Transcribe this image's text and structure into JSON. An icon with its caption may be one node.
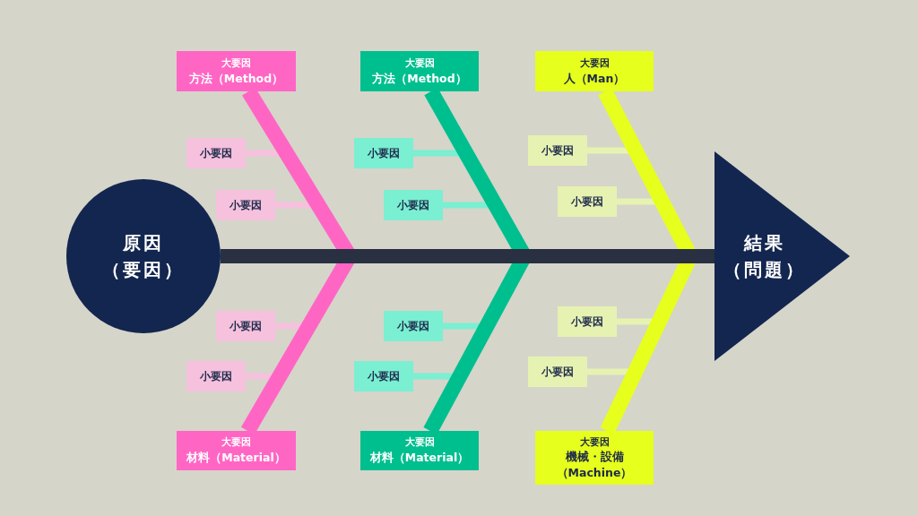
{
  "diagram": {
    "nodes": [
      {
        "text": [
          "大要因",
          "方法（Method）"
        ]
      },
      {
        "text": [
          "大要因",
          "方法（Method）"
        ]
      },
      {
        "text": [
          "大要因",
          "人（Man）"
        ]
      },
      {
        "text": [
          "小要因"
        ]
      },
      {
        "text": [
          "小要因"
        ]
      },
      {
        "text": [
          "小要因"
        ]
      },
      {
        "text": [
          "小要因"
        ]
      },
      {
        "text": [
          "小要因"
        ]
      },
      {
        "text": [
          "小要因"
        ]
      },
      {
        "text": [
          "原因（要因）"
        ]
      },
      {
        "text": [
          "結果（問題）"
        ]
      },
      {
        "text": [
          "小要因"
        ]
      },
      {
        "text": [
          "小要因"
        ]
      },
      {
        "text": [
          "小要因"
        ]
      },
      {
        "text": [
          "小要因"
        ]
      },
      {
        "text": [
          "小要因"
        ]
      },
      {
        "text": [
          "小要因"
        ]
      },
      {
        "text": [
          "大要因",
          "材料（Material）"
        ]
      },
      {
        "text": [
          "大要因",
          "材料（Material）"
        ]
      },
      {
        "text": [
          "大要因",
          "機械・設備（Machine）"
        ]
      }
    ],
    "edges": [
      {
        "from": 9,
        "to": 10,
        "arrow": "none",
        "style": "thick",
        "color": "#283042"
      },
      {
        "from": 0,
        "to": null,
        "arrow": "none",
        "style": "thick",
        "color": "#ff66c4"
      },
      {
        "from": 17,
        "to": null,
        "arrow": "none",
        "style": "thick",
        "color": "#ff66c4"
      },
      {
        "from": 1,
        "to": null,
        "arrow": "none",
        "style": "thick",
        "color": "#00bf8f"
      },
      {
        "from": 18,
        "to": null,
        "arrow": "none",
        "style": "thick",
        "color": "#00bf8f"
      },
      {
        "from": 2,
        "to": null,
        "arrow": "none",
        "style": "thick",
        "color": "#e6ff1c"
      },
      {
        "from": 19,
        "to": null,
        "arrow": "none",
        "style": "thick",
        "color": "#e6ff1c"
      },
      {
        "from": 3,
        "to": null,
        "arrow": "none",
        "color": "#f5c1dd"
      },
      {
        "from": 4,
        "to": null,
        "arrow": "none",
        "color": "#f5c1dd"
      },
      {
        "from": 5,
        "to": null,
        "arrow": "none",
        "color": "#7aefd2"
      },
      {
        "from": 6,
        "to": null,
        "arrow": "none",
        "color": "#7aefd2"
      },
      {
        "from": 7,
        "to": null,
        "arrow": "none",
        "color": "#e6f2b2"
      },
      {
        "from": 8,
        "to": null,
        "arrow": "none",
        "color": "#e6f2b2"
      },
      {
        "from": 11,
        "to": null,
        "arrow": "none",
        "color": "#f5c1dd"
      },
      {
        "from": 12,
        "to": null,
        "arrow": "none",
        "color": "#f5c1dd"
      },
      {
        "from": 13,
        "to": null,
        "arrow": "none",
        "color": "#7aefd2"
      },
      {
        "from": 14,
        "to": null,
        "arrow": "none",
        "color": "#7aefd2"
      },
      {
        "from": 15,
        "to": null,
        "arrow": "none",
        "color": "#e6f2b2"
      },
      {
        "from": 16,
        "to": null,
        "arrow": "none",
        "color": "#e6f2b2"
      }
    ]
  }
}
